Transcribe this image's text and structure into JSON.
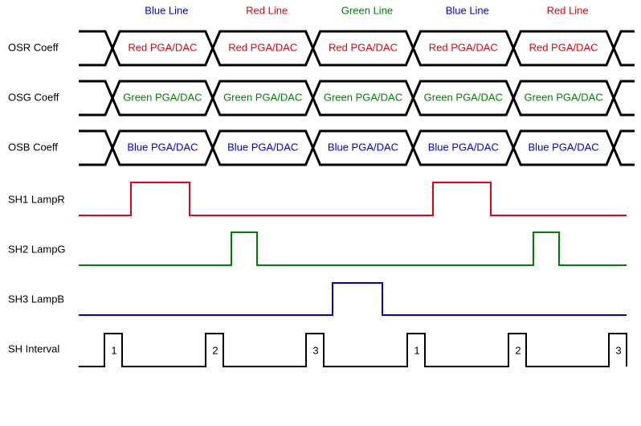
{
  "colors": {
    "red": "#e8000b",
    "green": "#008000",
    "blue": "#0000d8",
    "black": "#000000"
  },
  "line_headers": [
    {
      "label": "Blue Line",
      "color": "blue"
    },
    {
      "label": "Red Line",
      "color": "red"
    },
    {
      "label": "Green Line",
      "color": "green"
    },
    {
      "label": "Blue Line",
      "color": "blue"
    },
    {
      "label": "Red Line",
      "color": "red"
    }
  ],
  "bus_rows": [
    {
      "label": "OSR Coeff",
      "cell_text": "Red PGA/DAC",
      "color": "red"
    },
    {
      "label": "OSG Coeff",
      "cell_text": "Green PGA/DAC",
      "color": "green"
    },
    {
      "label": "OSB Coeff",
      "cell_text": "Blue PGA/DAC",
      "color": "blue"
    }
  ],
  "lamp_rows": [
    {
      "label": "SH1 LampR",
      "color": "red",
      "pulses": [
        1,
        4
      ]
    },
    {
      "label": "SH2 LampG",
      "color": "green",
      "pulses": [
        2,
        5
      ]
    },
    {
      "label": "SH3 LampB",
      "color": "blue",
      "pulses": [
        3
      ]
    }
  ],
  "interval_row": {
    "label": "SH Interval",
    "numbers": [
      "1",
      "2",
      "3",
      "1",
      "2",
      "3"
    ]
  }
}
